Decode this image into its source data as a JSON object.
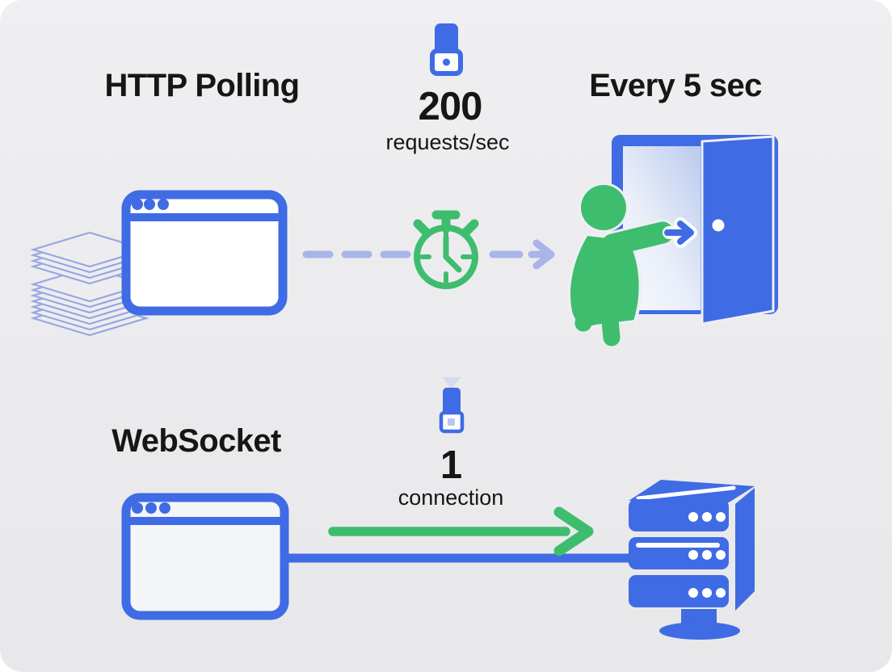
{
  "colors": {
    "page_bg": "#ffffff",
    "panel_bg": "#ebebed",
    "blue": "#3f6be4",
    "green": "#3ebd6e",
    "periwinkle": "#a9b4e8",
    "paper_line": "#98a6e2",
    "text": "#161617"
  },
  "polling": {
    "title": "HTTP Polling",
    "rate_value": "200",
    "rate_unit": "requests/sec",
    "interval_label": "Every 5 sec",
    "icons": [
      "document-stack-icon",
      "browser-window-icon",
      "usb-request-icon",
      "stopwatch-icon",
      "dashed-arrow-icon",
      "person-icon",
      "open-door-icon"
    ]
  },
  "websocket": {
    "title": "WebSocket",
    "count_value": "1",
    "count_unit": "connection",
    "icons": [
      "browser-window-icon",
      "usb-request-icon",
      "green-arrow-icon",
      "connection-line-icon",
      "server-icon"
    ]
  }
}
